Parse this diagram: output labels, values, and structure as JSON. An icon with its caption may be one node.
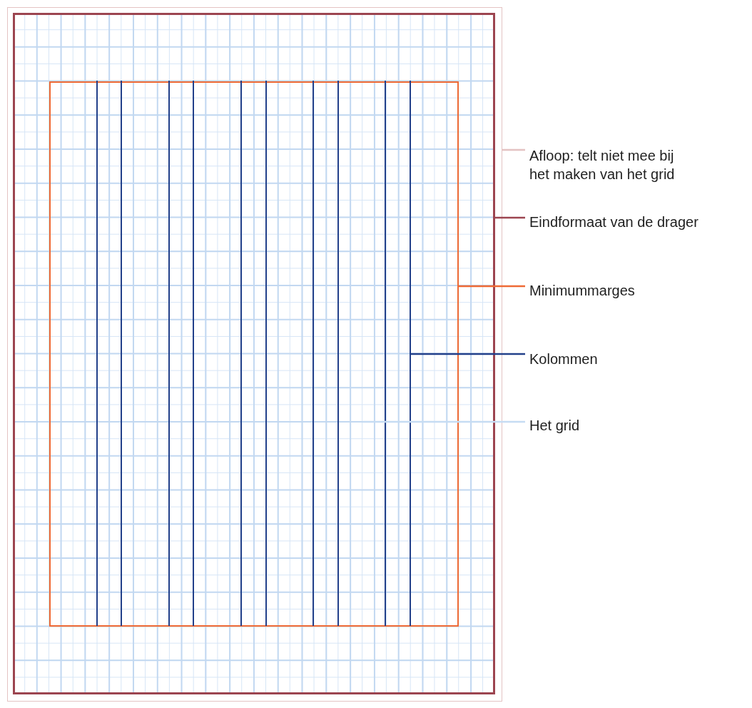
{
  "diagram": {
    "nodes": [
      {
        "text": [],
        "shape": "box"
      },
      {
        "text": [],
        "shape": "box",
        "in": 0
      },
      {
        "text": [],
        "shape": "grid",
        "in": 1
      },
      {
        "text": [],
        "shape": "box",
        "in": 2
      },
      {
        "text": [],
        "shape": "bar",
        "in": 3
      },
      {
        "text": [],
        "shape": "bar",
        "in": 3
      },
      {
        "text": [],
        "shape": "bar",
        "in": 3
      },
      {
        "text": [],
        "shape": "bar",
        "in": 3
      },
      {
        "text": [],
        "shape": "bar",
        "in": 3
      },
      {
        "text": [
          "Afloop: telt niet mee bij het maken van het grid"
        ]
      },
      {
        "text": [
          "Eindformaat van de drager"
        ]
      },
      {
        "text": [
          "Minimummarges"
        ]
      },
      {
        "text": [
          "Kolommen"
        ]
      },
      {
        "text": [
          "Het grid"
        ]
      }
    ],
    "edges": [
      {
        "from": 9,
        "to": 0,
        "arrow": "none",
        "color": "#e4c3c3"
      },
      {
        "from": 10,
        "to": 1,
        "arrow": "none",
        "color": "#9c4550"
      },
      {
        "from": 11,
        "to": 3,
        "arrow": "none",
        "color": "#ee6a35"
      },
      {
        "from": 12,
        "to": 8,
        "arrow": "none",
        "color": "#22408a"
      },
      {
        "from": 13,
        "to": 2,
        "arrow": "none",
        "color": "#c6dcf3"
      }
    ]
  }
}
